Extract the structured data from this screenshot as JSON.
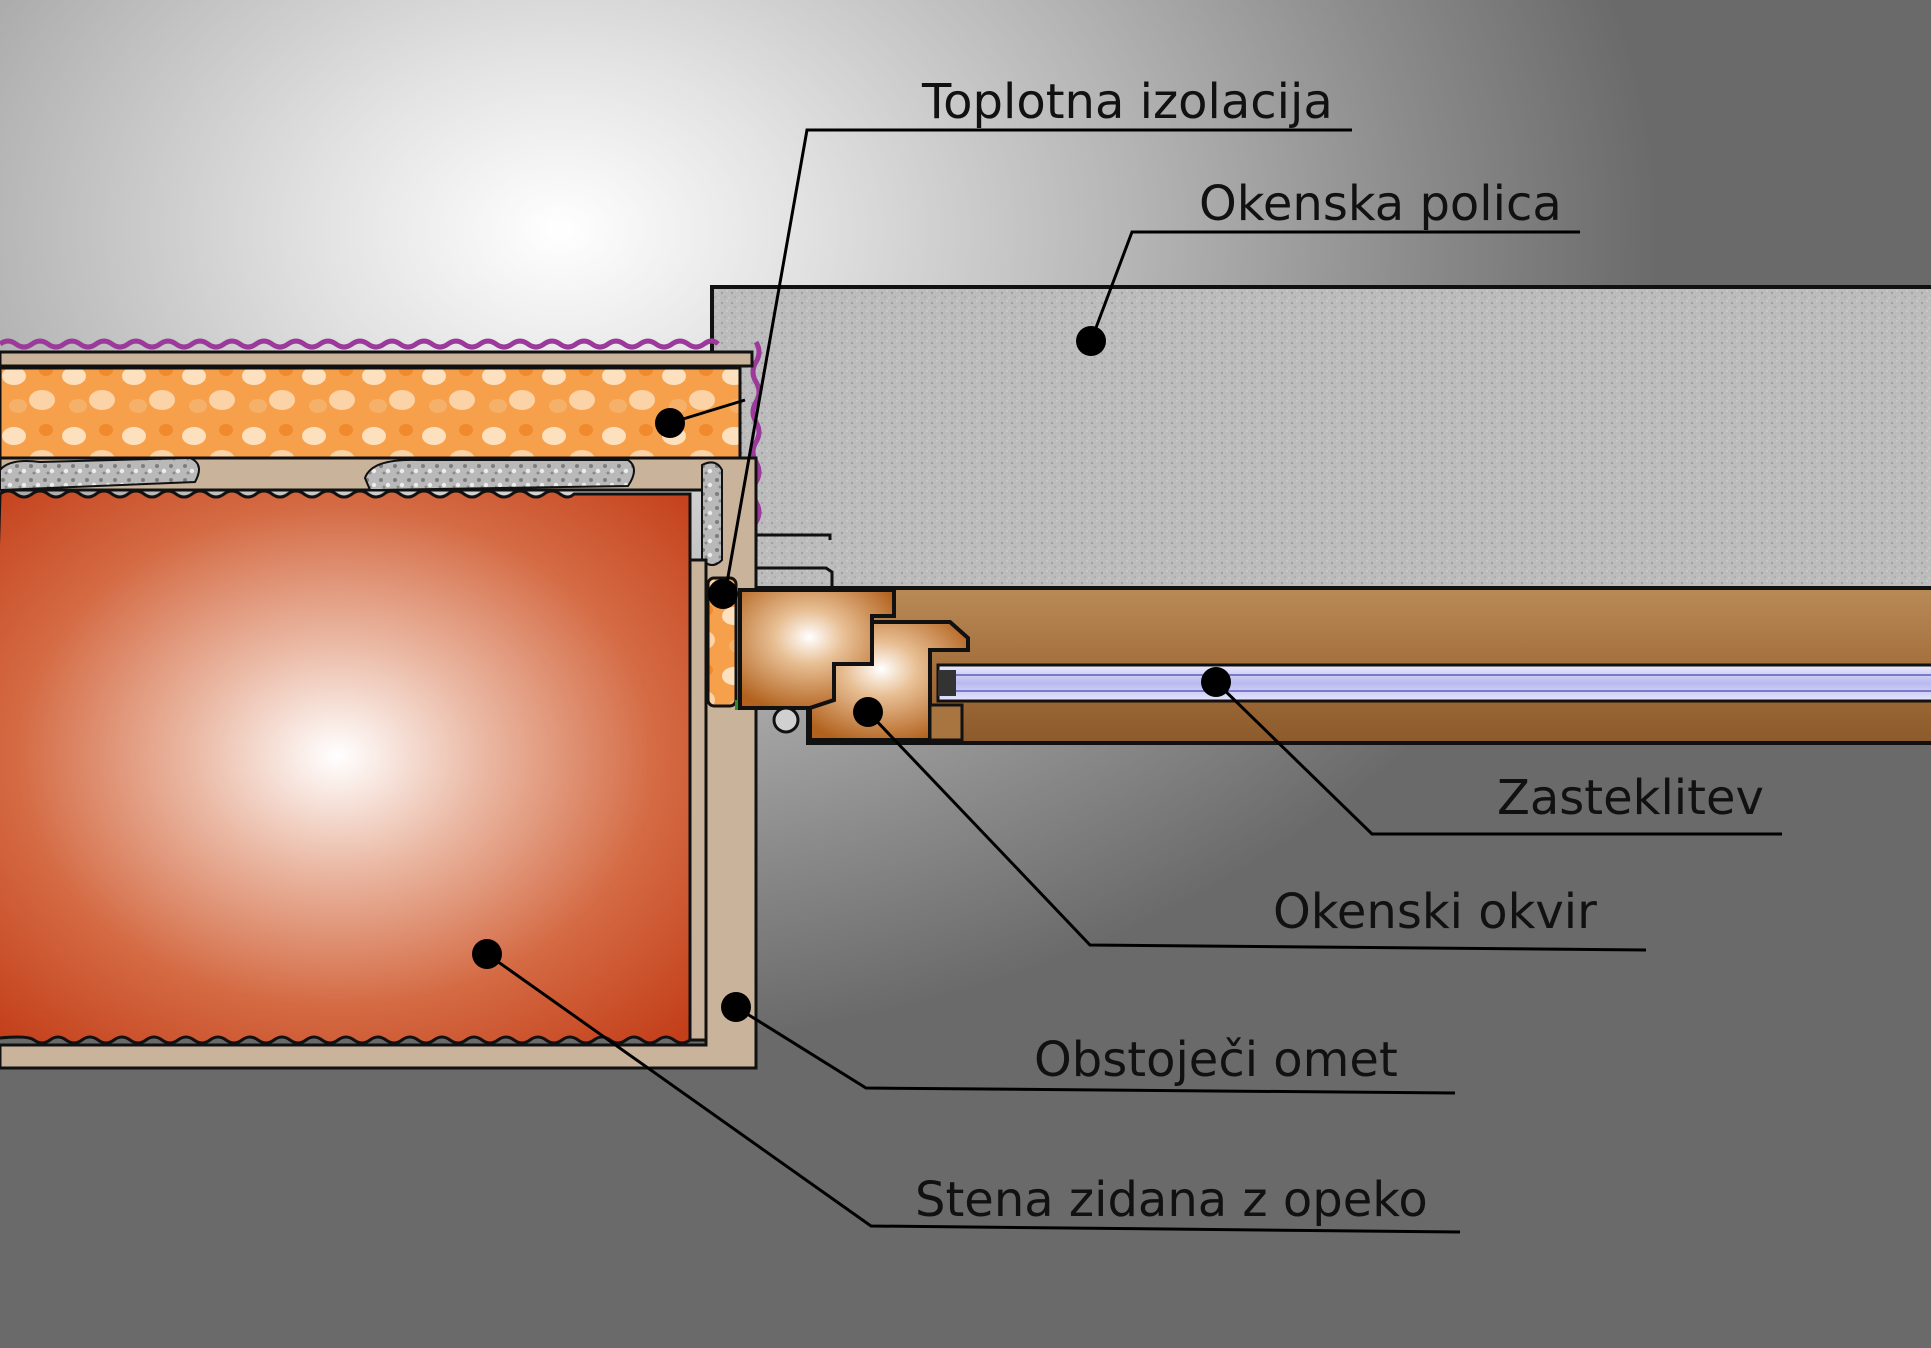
{
  "labels": {
    "toplotna_izolacija": "Toplotna izolacija",
    "okenska_polica": "Okenska polica",
    "zasteklitev": "Zasteklitev",
    "okenski_okvir": "Okenski okvir",
    "obstojeci_omet": "Obstoječi omet",
    "stena_zidana_z_opeko": "Stena zidana z opeko"
  },
  "colors": {
    "brick": "#c94a22",
    "insulation": "#f2923b",
    "sill": "#bdbdbd",
    "plaster": "#c9b39b",
    "wood": "#a8743f",
    "glass": "#c8c8f2",
    "membrane": "#9b3a9b",
    "leader": "#000000"
  }
}
